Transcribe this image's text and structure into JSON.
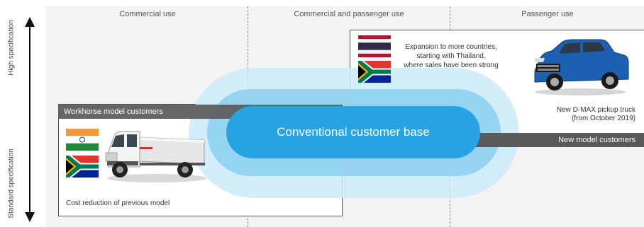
{
  "columns": {
    "commercial": "Commercial use",
    "commercial_passenger": "Commercial and passenger use",
    "passenger": "Passenger use"
  },
  "axis": {
    "high": "High specification",
    "standard": "Standard specification"
  },
  "workhorse": {
    "title": "Workhorse model customers",
    "note": "Cost reduction of previous model",
    "flags": [
      "india-flag",
      "south-africa-flag"
    ]
  },
  "new_model": {
    "title": "New model customers",
    "note_line1": "New D-MAX pickup truck",
    "note_line2": "(from October 2019)",
    "expansion_line1": "Expansion to more countries,",
    "expansion_line2": "starting with Thailand,",
    "expansion_line3": "where sales have been strong",
    "flags": [
      "thailand-flag",
      "south-africa-flag"
    ]
  },
  "center": {
    "label": "Conventional customer base"
  },
  "colors": {
    "core_blue": "#27a3e2",
    "mid_blue": "#8fd0f2",
    "outer_blue": "#cdeafa",
    "bar_gray": "#5a5a5a",
    "truck_blue": "#1d5fb0"
  }
}
